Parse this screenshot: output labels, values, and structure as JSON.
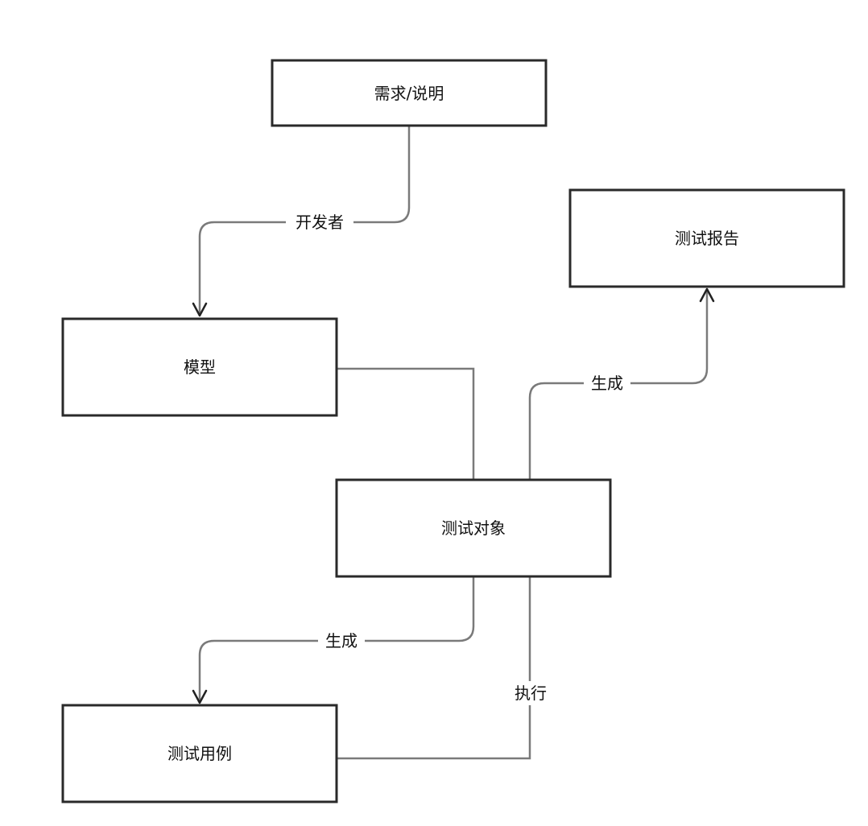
{
  "nodes": {
    "requirements": "需求/说明",
    "model": "模型",
    "test_report": "测试报告",
    "test_object": "测试对象",
    "test_case": "测试用例"
  },
  "edges": {
    "developer": "开发者",
    "generate_report": "生成",
    "generate_cases": "生成",
    "execute": "执行"
  }
}
